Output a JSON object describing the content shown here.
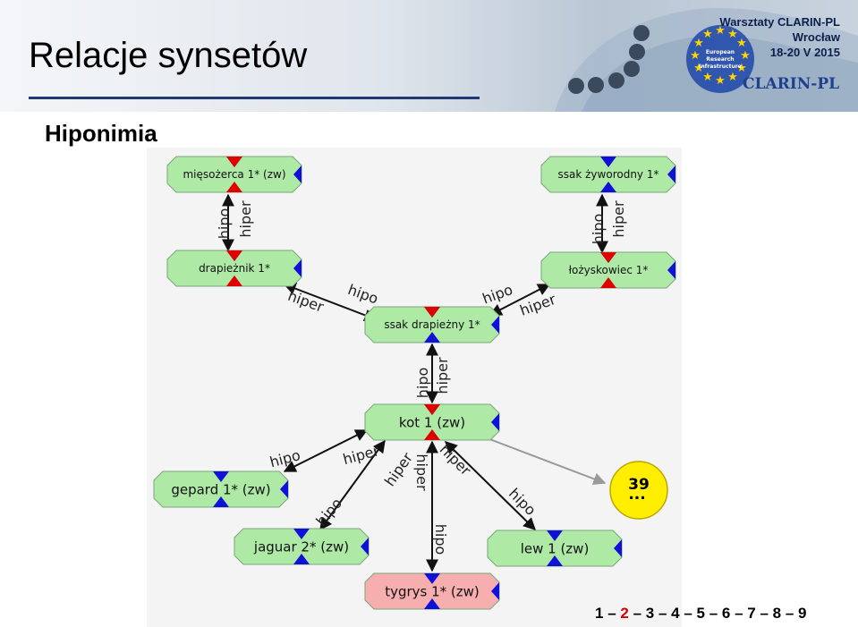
{
  "header": {
    "title": "Relacje synsetów",
    "workshop_lines": [
      "Warsztaty CLARIN-PL",
      "Wrocław",
      "18-20 V 2015"
    ],
    "brand": "CLARIN-PL",
    "eu_logo_lines": [
      "European",
      "Research",
      "Infrastructure"
    ]
  },
  "subtitle": "Hiponimia",
  "diagram": {
    "nodes": {
      "miesozerca": "mięsożerca 1* (zw)",
      "drapieznik": "drapieżnik 1*",
      "ssak_zyworodny": "ssak żyworodny 1*",
      "lozyskowiec": "łożyskowiec 1*",
      "ssak_drapiezny": "ssak drapieżny 1*",
      "kot": "kot 1 (zw)",
      "gepard": "gepard 1* (zw)",
      "jaguar": "jaguar 2* (zw)",
      "tygrys": "tygrys 1* (zw)",
      "lew": "lew 1 (zw)"
    },
    "edge_labels": {
      "hipo": "hipo",
      "hiper": "hiper"
    },
    "more_count": "39",
    "more_dots": "...",
    "colors": {
      "node": "#aeeaa6",
      "node_selected": "#f6aeae",
      "red": "#e00000",
      "blue": "#1010d8",
      "more": "#ffee00"
    }
  },
  "pager": {
    "items": [
      "1",
      "2",
      "3",
      "4",
      "5",
      "6",
      "7",
      "8",
      "9"
    ],
    "current": "2",
    "separator": "–"
  }
}
